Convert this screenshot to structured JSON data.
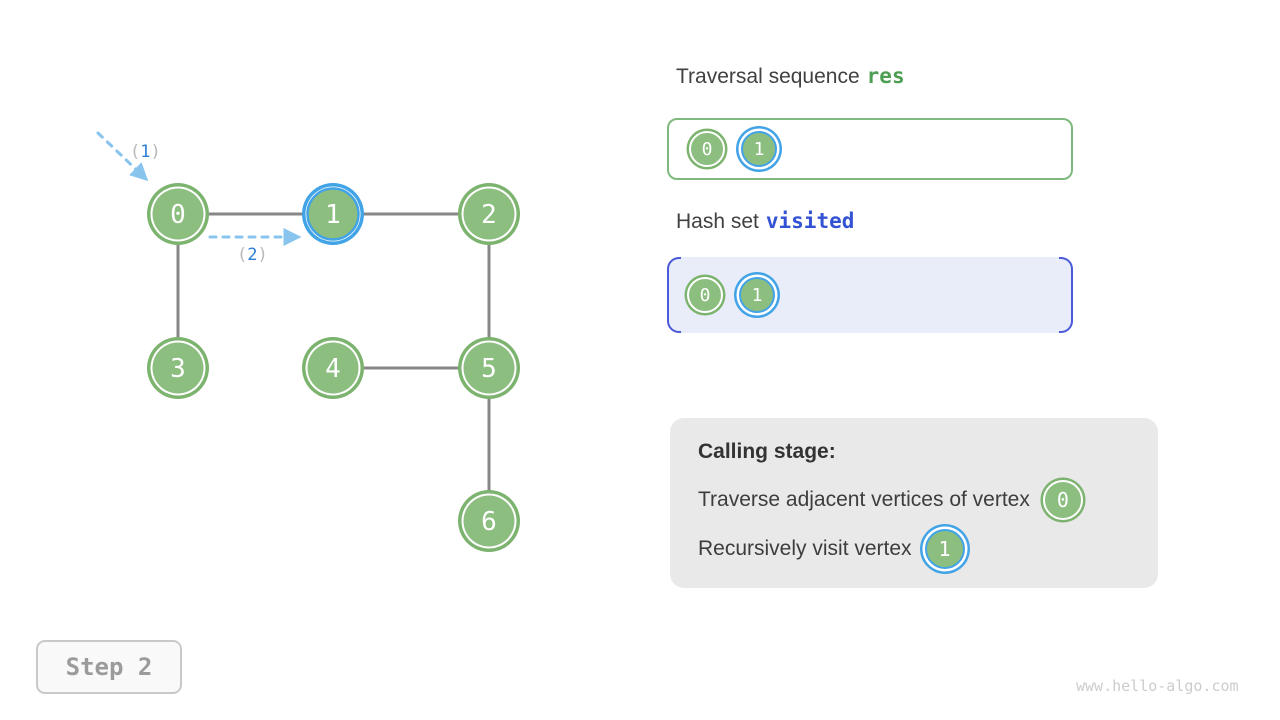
{
  "colors": {
    "node_fill_green": "#8cbe80",
    "node_ring_green": "#7cb36e",
    "highlight_blue": "#42a3e6",
    "edge_gray": "#878787",
    "arrow_light_blue": "#88c4ee",
    "step_number_blue": "#2b7fd6",
    "paren_gray": "#b9b9b9",
    "res_green": "#4c9e52",
    "visited_blue": "#3353d4",
    "hash_box_fill": "#e9edfa",
    "hash_bracket_blue": "#4a5ad8",
    "calling_box_fill": "#e9e9e9"
  },
  "graph": {
    "nodes": [
      {
        "label": "0",
        "highlighted": false
      },
      {
        "label": "1",
        "highlighted": true
      },
      {
        "label": "2",
        "highlighted": false
      },
      {
        "label": "3",
        "highlighted": false
      },
      {
        "label": "4",
        "highlighted": false
      },
      {
        "label": "5",
        "highlighted": false
      },
      {
        "label": "6",
        "highlighted": false
      }
    ],
    "edges": [
      [
        "0",
        "1"
      ],
      [
        "1",
        "2"
      ],
      [
        "0",
        "3"
      ],
      [
        "2",
        "5"
      ],
      [
        "4",
        "5"
      ],
      [
        "5",
        "6"
      ]
    ],
    "step_arrows": [
      {
        "open": "(",
        "num": "1",
        "close": ")"
      },
      {
        "open": "(",
        "num": "2",
        "close": ")"
      }
    ]
  },
  "panels": {
    "res": {
      "title": "Traversal sequence",
      "var": "res",
      "items": [
        {
          "label": "0",
          "highlighted": false
        },
        {
          "label": "1",
          "highlighted": true
        }
      ]
    },
    "visited": {
      "title": "Hash set",
      "var": "visited",
      "items": [
        {
          "label": "0",
          "highlighted": false
        },
        {
          "label": "1",
          "highlighted": true
        }
      ]
    },
    "calling": {
      "title": "Calling stage:",
      "lines": [
        {
          "text": "Traverse adjacent vertices of vertex",
          "node": "0",
          "node_highlighted": false
        },
        {
          "text": "Recursively visit vertex",
          "node": "1",
          "node_highlighted": true
        }
      ]
    }
  },
  "footer": {
    "step": "Step 2",
    "watermark": "www.hello-algo.com"
  }
}
